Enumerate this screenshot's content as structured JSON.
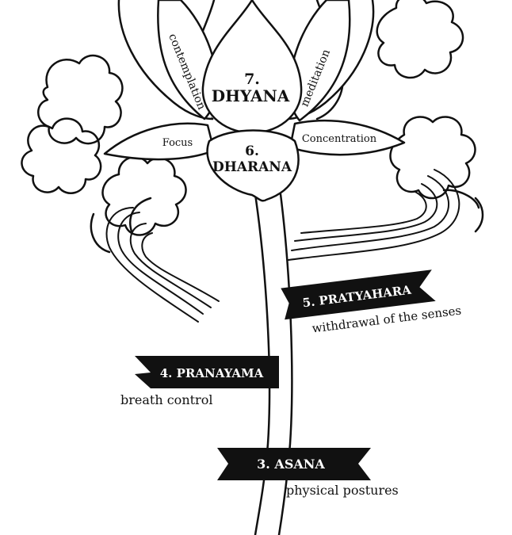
{
  "colors": {
    "ink": "#111111",
    "paper": "#ffffff"
  },
  "flower": {
    "center_number": "7.",
    "center_title": "DHYANA",
    "base_number": "6.",
    "base_title": "DHARANA",
    "left_petal_word": "contemplation",
    "right_petal_word": "meditation",
    "left_leaf_word": "Focus",
    "right_leaf_word": "Concentration"
  },
  "limbs": [
    {
      "title": "5. PRATYAHARA",
      "subtitle": "withdrawal of the senses"
    },
    {
      "title": "4. PRANAYAMA",
      "subtitle": "breath control"
    },
    {
      "title": "3. ASANA",
      "subtitle": "physical postures"
    }
  ]
}
